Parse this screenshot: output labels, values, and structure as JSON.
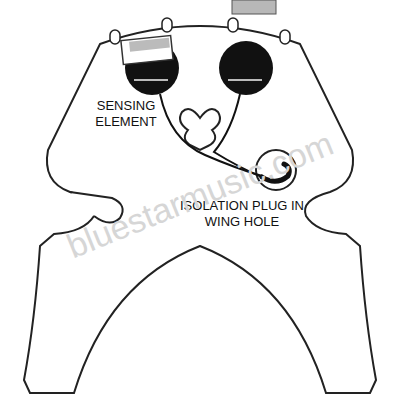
{
  "diagram": {
    "labels": [
      "SENSING ELEMENT",
      "ISOLATION PLUG IN WING HOLE",
      "bluestarmusic.com"
    ]
  }
}
